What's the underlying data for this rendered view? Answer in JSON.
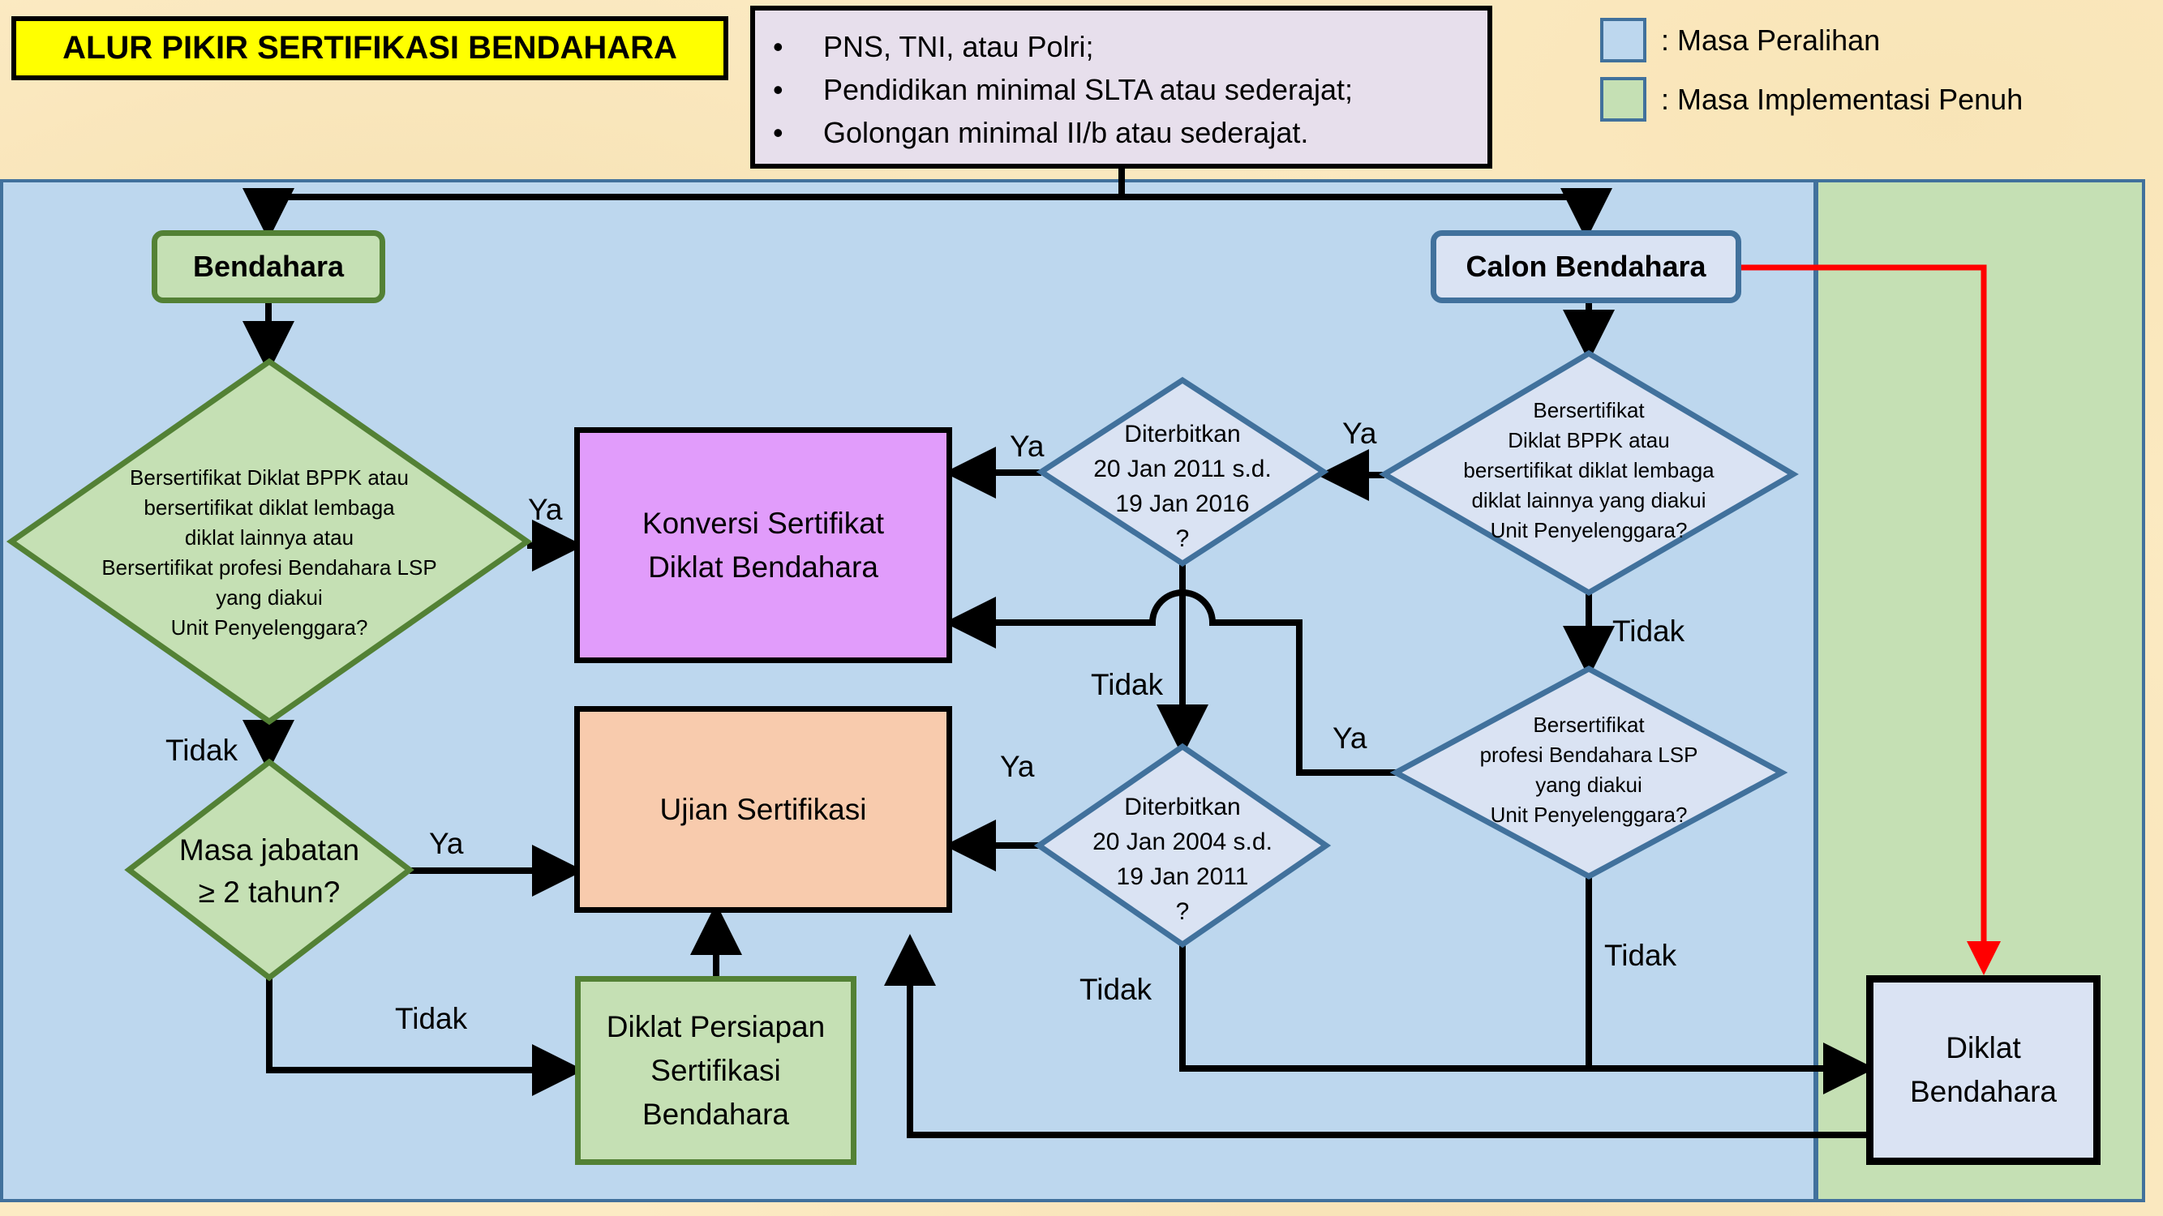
{
  "title": "ALUR PIKIR SERTIFIKASI BENDAHARA",
  "criteria": [
    "PNS, TNI, atau Polri;",
    "Pendidikan minimal SLTA atau sederajat;",
    "Golongan minimal II/b atau sederajat."
  ],
  "legend": [
    {
      "label": ": Masa Peralihan",
      "color": "#bdd7ee"
    },
    {
      "label": ": Masa Implementasi Penuh",
      "color": "#c5e0b4"
    }
  ],
  "nodes": {
    "bendahara": "Bendahara",
    "calon_bendahara": "Calon Bendahara",
    "decision_bendahara_cert": [
      "Bersertifikat Diklat BPPK atau",
      "bersertifikat diklat lembaga",
      "diklat lainnya atau",
      "Bersertifikat profesi  Bendahara LSP",
      "yang diakui",
      "Unit Penyelenggara?"
    ],
    "decision_masa_jabatan": [
      "Masa jabatan",
      "≥ 2 tahun?"
    ],
    "konversi": [
      "Konversi Sertifikat",
      "Diklat Bendahara"
    ],
    "ujian": "Ujian Sertifikasi",
    "diklat_persiapan": [
      "Diklat Persiapan",
      "Sertifikasi",
      "Bendahara"
    ],
    "decision_terbit_2011": [
      "Diterbitkan",
      "20 Jan 2011 s.d.",
      "19 Jan 2016",
      "?"
    ],
    "decision_terbit_2004": [
      "Diterbitkan",
      "20 Jan 2004 s.d.",
      "19 Jan 2011",
      "?"
    ],
    "decision_calon_diklat": [
      "Bersertifikat",
      "Diklat BPPK atau",
      "bersertifikat diklat lembaga",
      "diklat lainnya yang diakui",
      "Unit Penyelenggara?"
    ],
    "decision_calon_lsp": [
      "Bersertifikat",
      "profesi  Bendahara LSP",
      "yang diakui",
      "Unit Penyelenggara?"
    ],
    "diklat_bendahara": [
      "Diklat",
      "Bendahara"
    ]
  },
  "edge_labels": {
    "ya": "Ya",
    "tidak": "Tidak"
  },
  "colors": {
    "masa_peralihan": "#bdd7ee",
    "masa_implementasi": "#c5e0b4",
    "green_shape_fill": "#c5e0b4",
    "green_shape_border": "#538135",
    "blue_shape_fill": "#dae3f3",
    "blue_shape_border": "#41719c",
    "konversi_fill": "#e19cfb",
    "ujian_fill": "#f8cbad",
    "criteria_fill": "#e7dfec",
    "title_fill": "#ffff00",
    "red_connector": "#ff0000"
  }
}
